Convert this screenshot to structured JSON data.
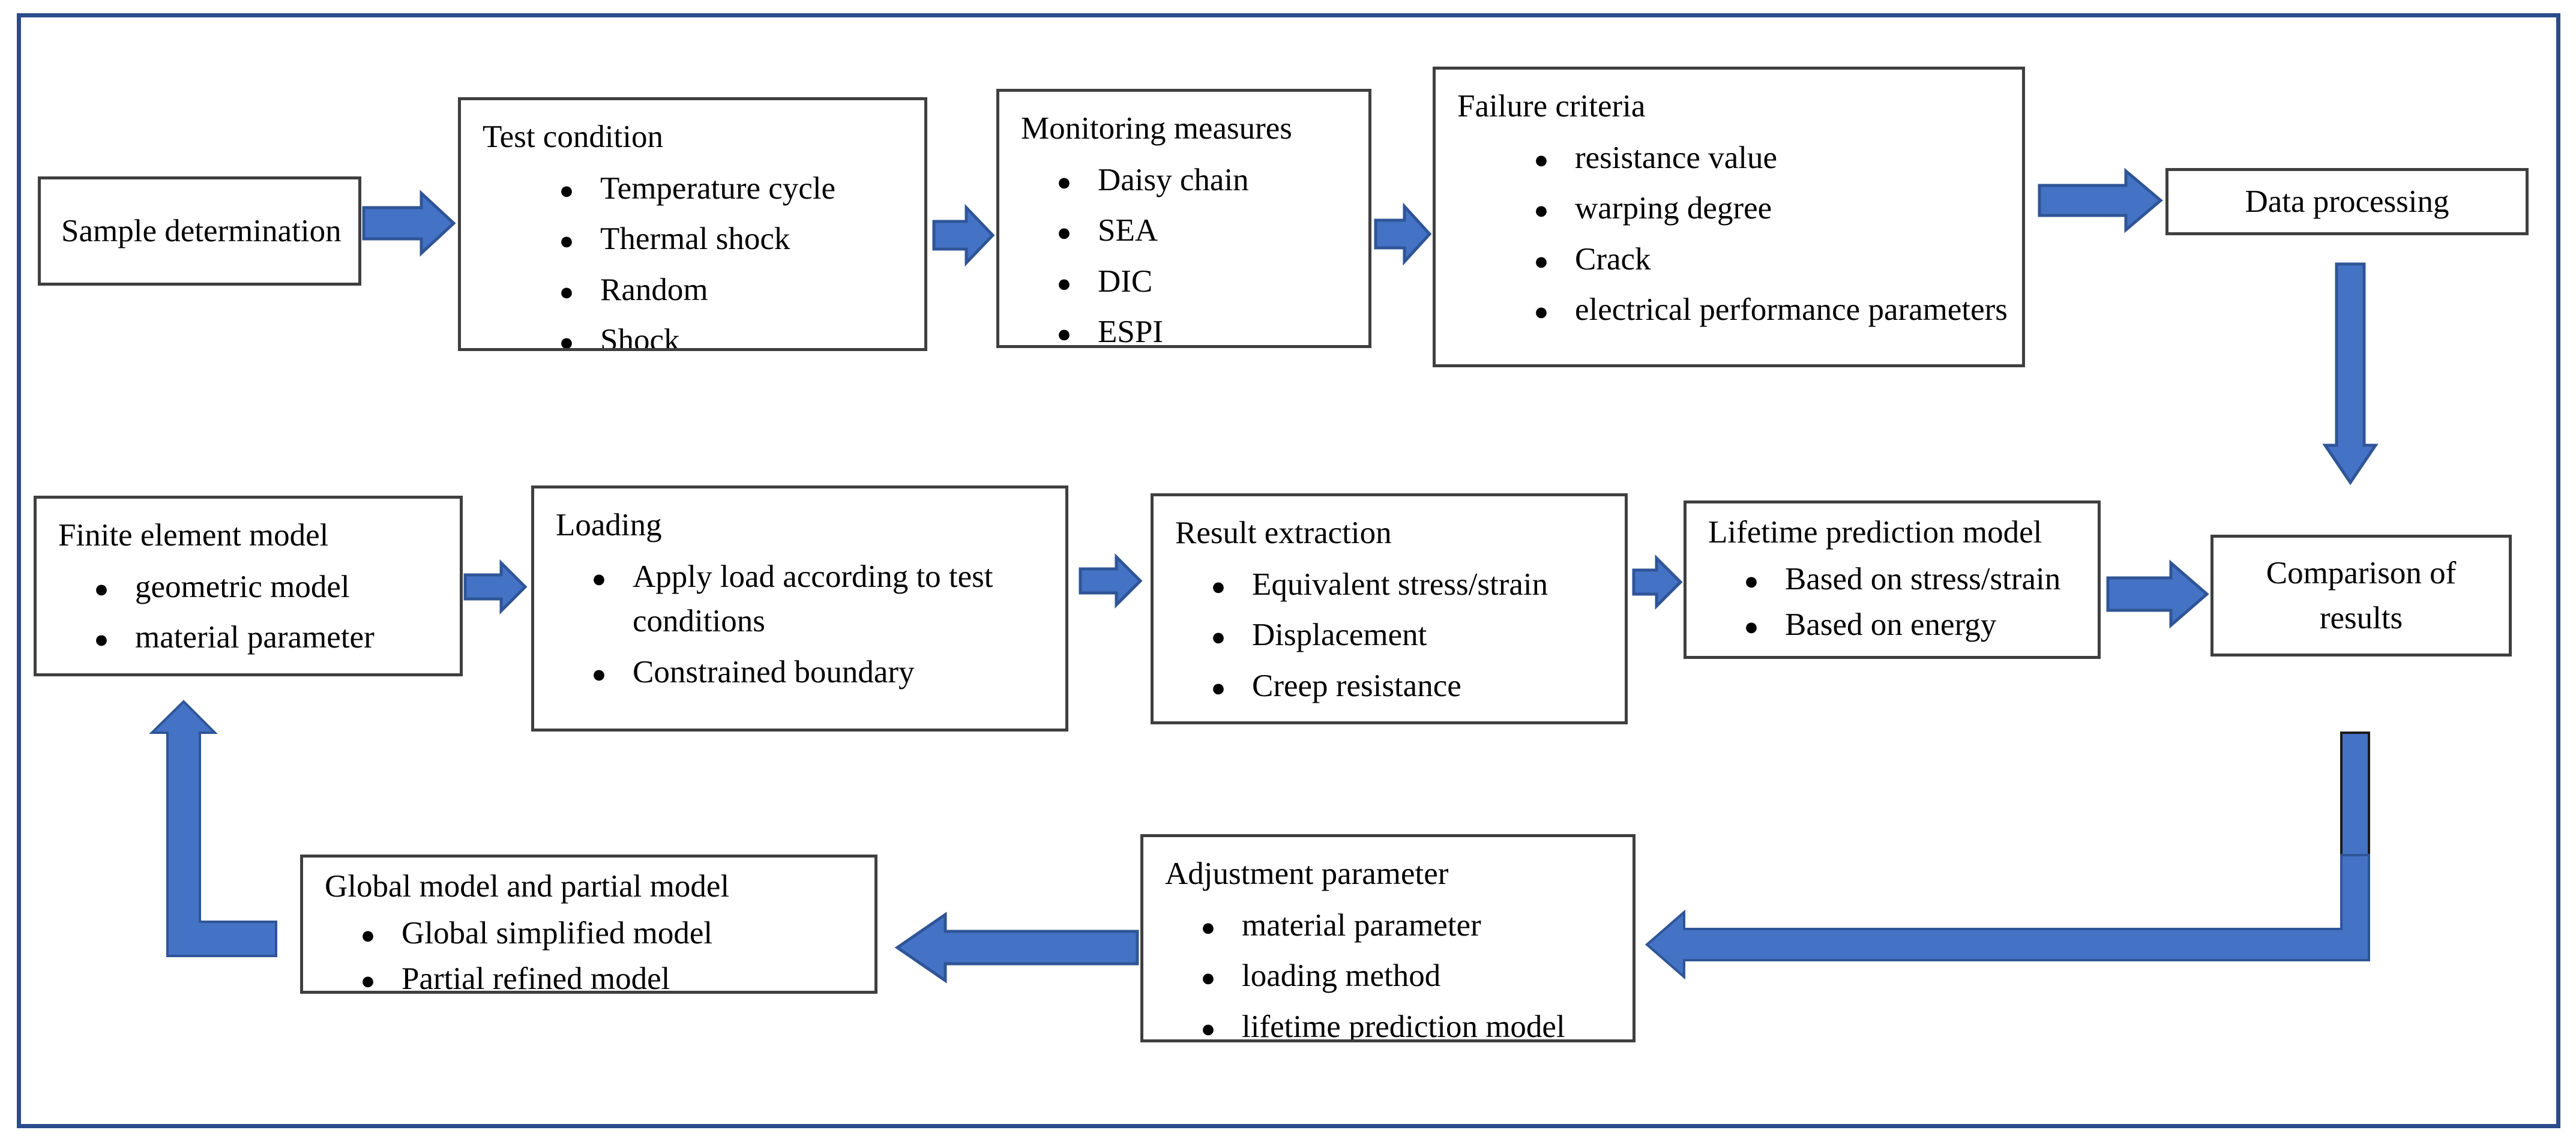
{
  "figure": {
    "description": "Closed-loop flowchart linking board-level reliability testing to finite element simulation and lifetime prediction"
  },
  "colors": {
    "frame_border": "#2b4c8c",
    "box_border": "#3f3f3f",
    "arrow_fill": "#4472c4",
    "arrow_stroke": "#2f5597",
    "connector_outline": "#1b1b1b",
    "text": "#000000",
    "background": "#ffffff"
  },
  "boxes": [
    {
      "id": "sample-determination",
      "title": "Sample determination",
      "items": []
    },
    {
      "id": "test-condition",
      "title": "Test condition",
      "items": [
        "Temperature cycle",
        "Thermal shock",
        "Random",
        "Shock"
      ]
    },
    {
      "id": "monitoring-measures",
      "title": "Monitoring measures",
      "items": [
        "Daisy chain",
        "SEA",
        "DIC",
        "ESPI"
      ]
    },
    {
      "id": "failure-criteria",
      "title": "Failure criteria",
      "items": [
        "resistance value",
        "warping degree",
        "Crack",
        "electrical performance parameters"
      ]
    },
    {
      "id": "data-processing",
      "title": "Data processing",
      "items": []
    },
    {
      "id": "finite-element-model",
      "title": "Finite element model",
      "items": [
        "geometric model",
        "material parameter"
      ]
    },
    {
      "id": "loading",
      "title": "Loading",
      "items": [
        "Apply load according to test conditions",
        "Constrained boundary"
      ]
    },
    {
      "id": "result-extraction",
      "title": "Result extraction",
      "items": [
        "Equivalent stress/strain",
        "Displacement",
        "Creep resistance"
      ]
    },
    {
      "id": "lifetime-prediction-model",
      "title": "Lifetime prediction model",
      "items": [
        "Based on stress/strain",
        "Based on energy"
      ]
    },
    {
      "id": "comparison-of-results",
      "title": "Comparison of results",
      "items": []
    },
    {
      "id": "adjustment-parameter",
      "title": "Adjustment parameter",
      "items": [
        "material parameter",
        "loading method",
        "lifetime prediction model"
      ]
    },
    {
      "id": "global-model-and-partial-model",
      "title": "Global model and partial model",
      "items": [
        "Global simplified model",
        "Partial refined model"
      ]
    }
  ]
}
